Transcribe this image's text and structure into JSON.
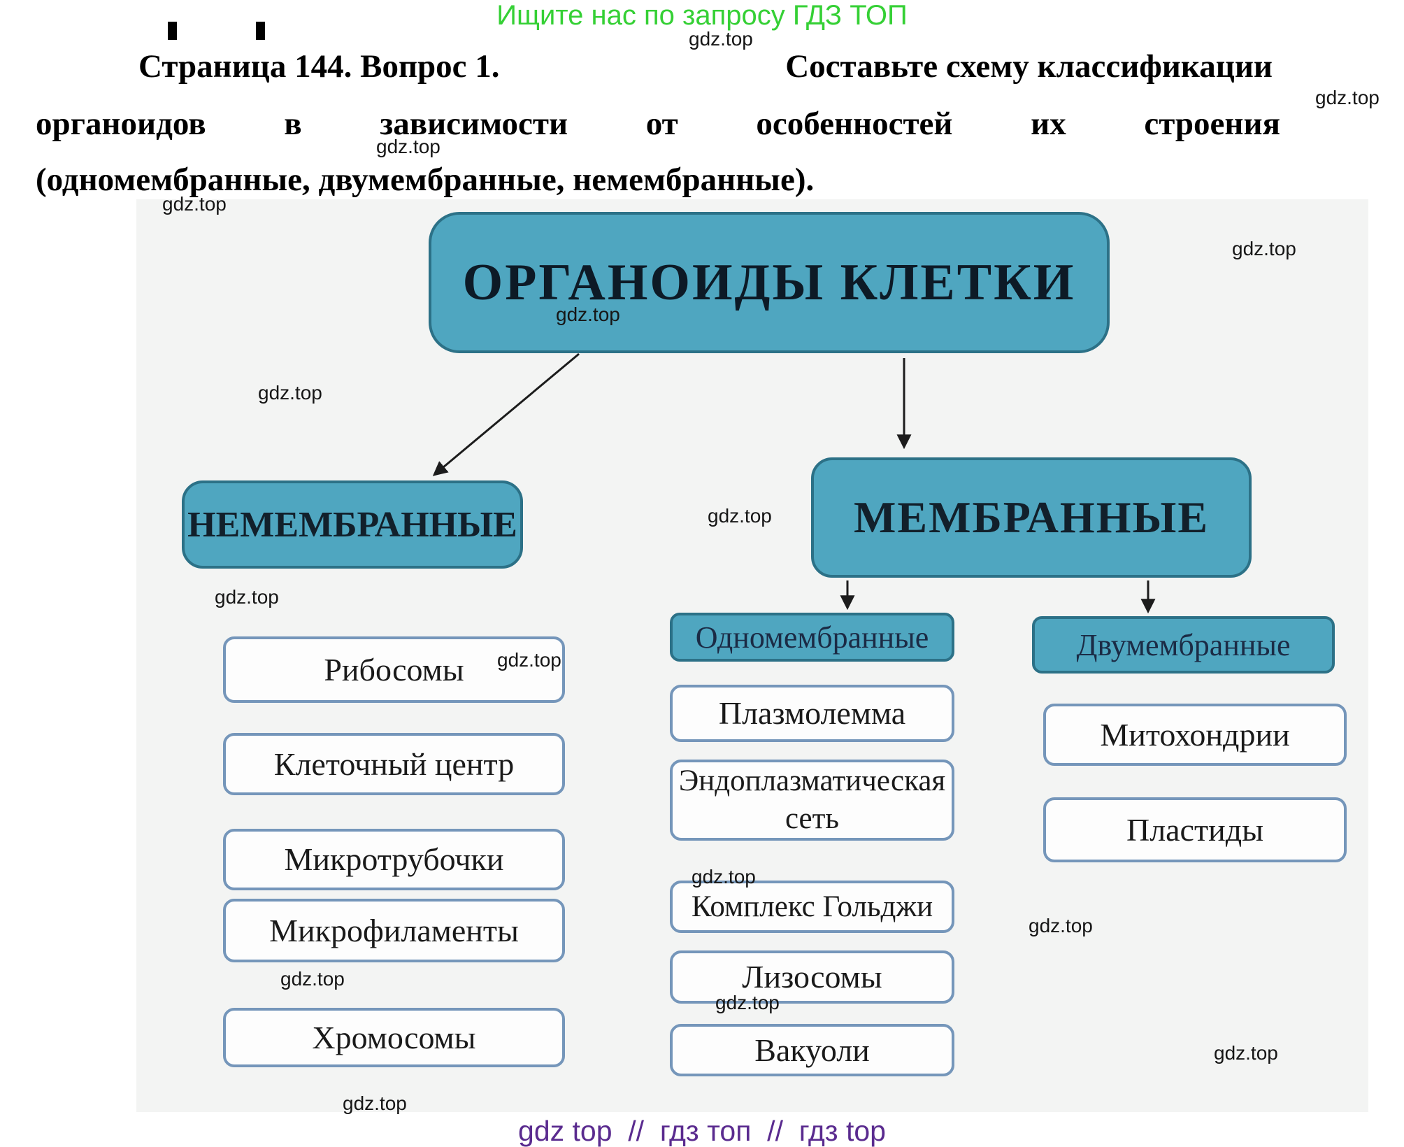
{
  "promo": {
    "text": "Ищите нас по запросу ГДЗ ТОП",
    "color": "#35d035"
  },
  "watermark": "gdz.top",
  "question": {
    "label": "Страница 144. Вопрос 1.",
    "line1": "Составьте схему классификации",
    "line2": "органоидов в зависимости от особенностей их строения",
    "line3": "(одномембранные, двумембранные, немембранные)."
  },
  "diagram": {
    "root": "ОРГАНОИДЫ КЛЕТКИ",
    "left_branch": "НЕМЕМБРАННЫЕ",
    "right_branch": "МЕМБРАННЫЕ",
    "single_membrane": "Одномембранные",
    "double_membrane": "Двумембранные",
    "non_membrane_items": [
      "Рибосомы",
      "Клеточный центр",
      "Микротрубочки",
      "Микрофиламенты",
      "Хромосомы"
    ],
    "single_membrane_items": [
      "Плазмолемма",
      "Эндоплазматическая сеть",
      "Комплекс Гольджи",
      "Лизосомы",
      "Вакуоли"
    ],
    "double_membrane_items": [
      "Митохондрии",
      "Пластиды"
    ]
  },
  "footer": {
    "text": "gdz top  //  гдз топ  //  гдз top",
    "color": "#5a2b8f"
  },
  "colors": {
    "node_fill": "#4fa6c0",
    "node_border": "#2c7187",
    "leaf_border": "#7596ba",
    "panel_bg": "#f3f4f3"
  }
}
